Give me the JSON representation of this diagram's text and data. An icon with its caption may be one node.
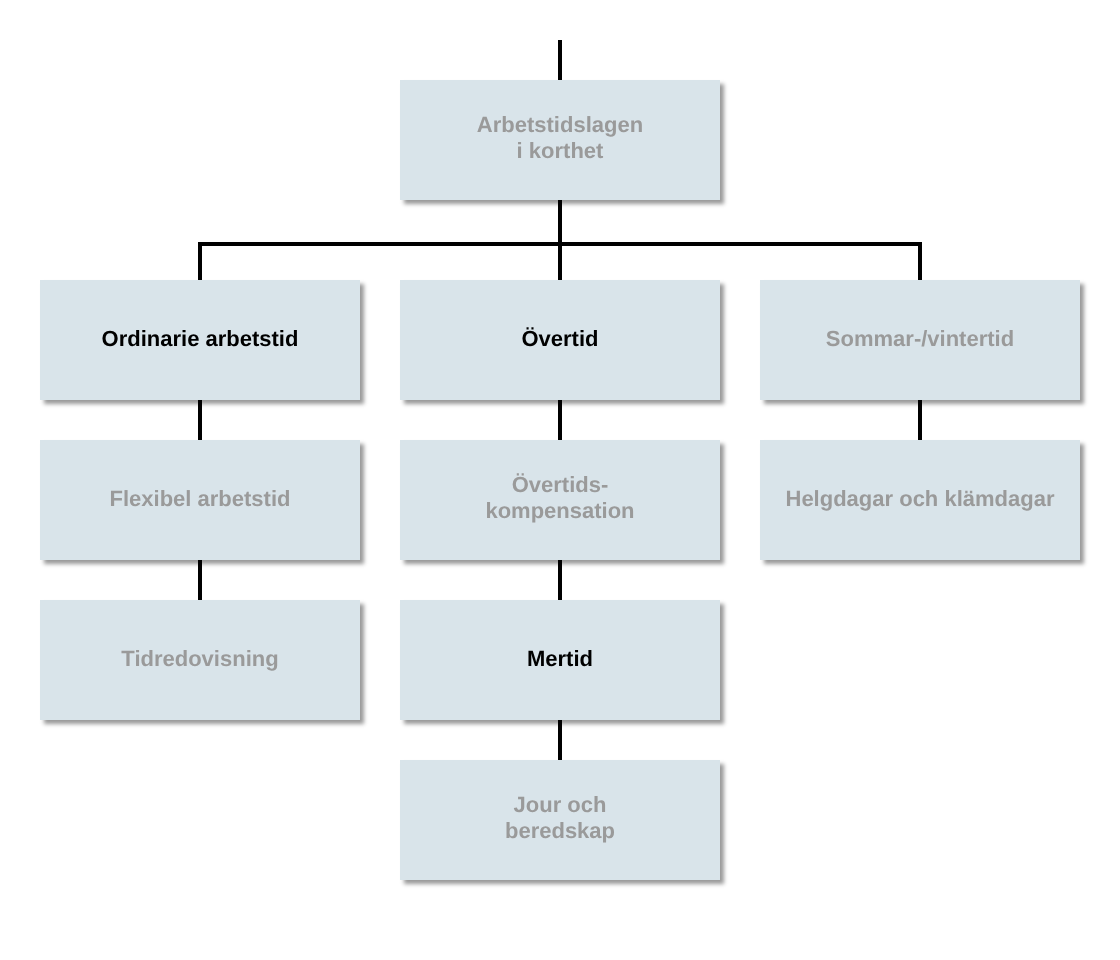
{
  "diagram": {
    "nodes": [
      {
        "text": [
          "Arbetstidslagen i korthet"
        ]
      },
      {
        "text": [
          "Ordinarie arbetstid"
        ]
      },
      {
        "text": [
          "Övertid"
        ]
      },
      {
        "text": [
          "Sommar-/vintertid"
        ]
      },
      {
        "text": [
          "Flexibel arbetstid"
        ]
      },
      {
        "text": [
          "Övertids- kompensation"
        ]
      },
      {
        "text": [
          "Helgdagar och klämdagar"
        ]
      },
      {
        "text": [
          "Tidredovisning"
        ]
      },
      {
        "text": [
          "Mertid"
        ]
      },
      {
        "text": [
          "Jour och beredskap"
        ]
      }
    ],
    "edges": [
      {
        "from": null,
        "to": 0,
        "arrow": "none"
      },
      {
        "from": 0,
        "to": 1,
        "arrow": "none"
      },
      {
        "from": 0,
        "to": 2,
        "arrow": "none"
      },
      {
        "from": 0,
        "to": 3,
        "arrow": "none"
      },
      {
        "from": 1,
        "to": 4,
        "arrow": "none"
      },
      {
        "from": 4,
        "to": 7,
        "arrow": "none"
      },
      {
        "from": 2,
        "to": 5,
        "arrow": "none"
      },
      {
        "from": 5,
        "to": 8,
        "arrow": "none"
      },
      {
        "from": 8,
        "to": 9,
        "arrow": "none"
      },
      {
        "from": 3,
        "to": 6,
        "arrow": "none"
      }
    ]
  }
}
